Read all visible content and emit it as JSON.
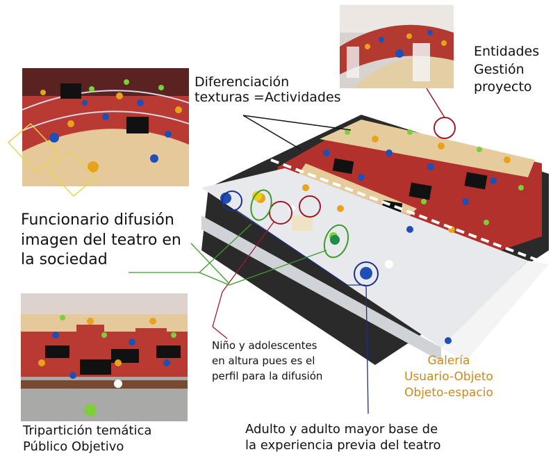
{
  "labels": {
    "diferenciacion": [
      "Diferenciación",
      "texturas =Actividades"
    ],
    "entidades": [
      "Entidades",
      "Gestión",
      "proyecto"
    ],
    "funcionario": [
      "Funcionario difusión",
      "imagen del teatro en",
      "la sociedad"
    ],
    "nino": [
      "Niño y adolescentes",
      "en altura pues es el",
      "perfil para la difusión"
    ],
    "galeria": [
      "Galería",
      "Usuario-Objeto",
      "Objeto-espacio"
    ],
    "triparticion": [
      "Tripartición temática",
      "Público Objetivo"
    ],
    "adulto": [
      "Adulto y adulto mayor base de",
      "la experiencia previa del teatro"
    ]
  },
  "colors": {
    "galeria_text": "#c98a1c",
    "red_circle": "#9b1b2a",
    "blue_circle": "#1a2e8c",
    "green_circle": "#3f9a2a",
    "yellow_box": "#e8d34a"
  }
}
